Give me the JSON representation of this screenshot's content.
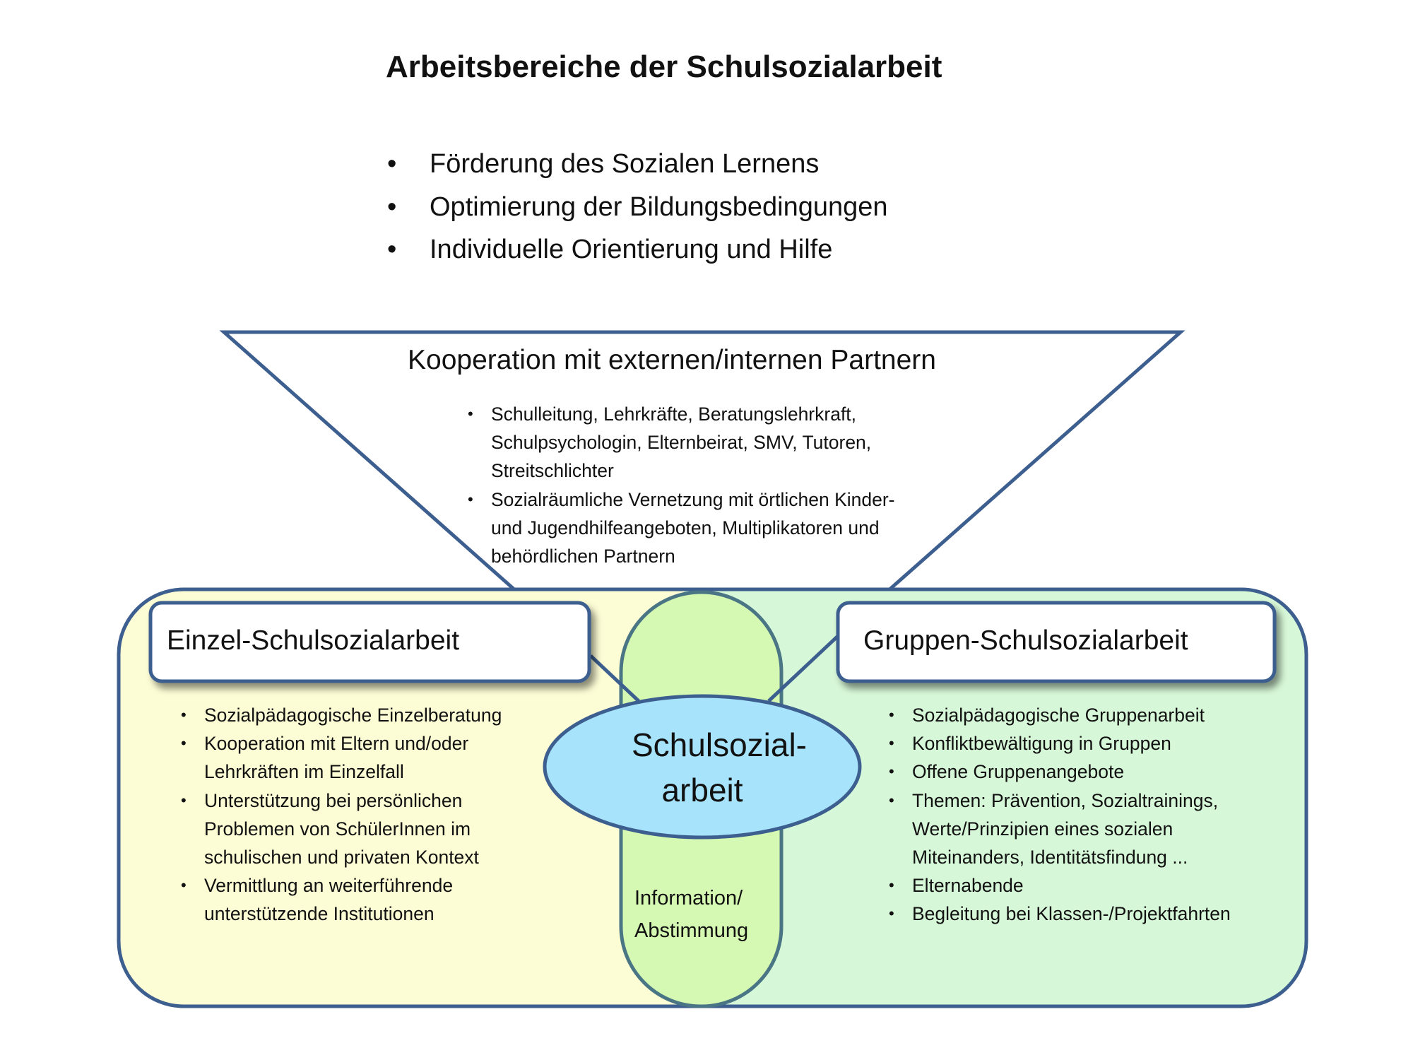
{
  "title": "Arbeitsbereiche der Schulsozialarbeit",
  "goals": [
    "Förderung des Sozialen Lernens",
    "Optimierung der Bildungsbedingungen",
    "Individuelle Orientierung und Hilfe"
  ],
  "cooperation": {
    "title": "Kooperation mit externen/internen Partnern",
    "lines": [
      "Schulleitung, Lehrkräfte, Beratungslehrkraft,",
      "Schulpsychologin, Elternbeirat, SMV, Tutoren,",
      "Streitschlichter",
      "Sozialräumliche Vernetzung mit örtlichen Kinder-",
      "und Jugendhilfeangeboten, Multiplikatoren und",
      "behördlichen Partnern"
    ]
  },
  "einzel": {
    "title": "Einzel-Schulsozialarbeit",
    "lines": [
      "Sozialpädagogische Einzelberatung",
      "Kooperation mit Eltern und/oder",
      "Lehrkräften im Einzelfall",
      "Unterstützung bei persönlichen",
      "Problemen von SchülerInnen im",
      "schulischen und privaten Kontext",
      "Vermittlung an weiterführende",
      "unterstützende Institutionen"
    ]
  },
  "gruppen": {
    "title": "Gruppen-Schulsozialarbeit",
    "lines": [
      "Sozialpädagogische Gruppenarbeit",
      "Konfliktbewältigung in Gruppen",
      "Offene Gruppenangebote",
      "Themen: Prävention,  Sozialtrainings,",
      "Werte/Prinzipien eines sozialen",
      "Miteinanders, Identitätsfindung ...",
      "Elternabende",
      "Begleitung bei Klassen-/Projektfahrten"
    ]
  },
  "center": {
    "line1": "Schulsozial-",
    "line2": "arbeit"
  },
  "info": {
    "line1": "Information/",
    "line2": "Abstimmung"
  },
  "colors": {
    "stroke": "#3d5f8f",
    "yellow": "#fdfdd5",
    "green": "#d7f8d8",
    "pill": "#d5f8b3",
    "ellipse": "#a7e3fb"
  }
}
